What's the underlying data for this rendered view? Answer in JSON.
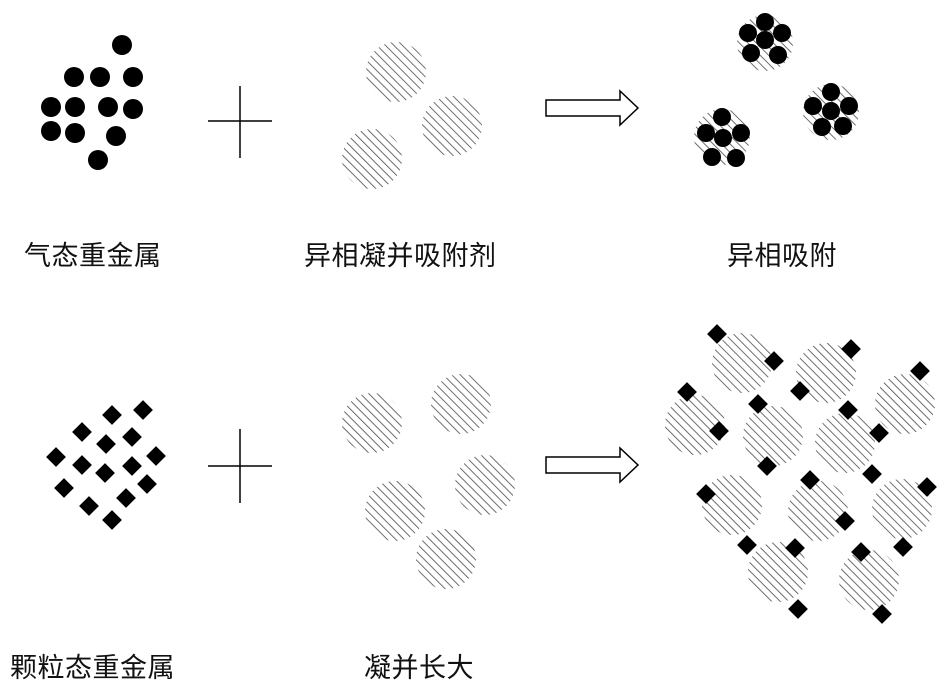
{
  "labels": {
    "gaseous_heavy_metal": "气态重金属",
    "heterogeneous_adsorbent": "异相凝并吸附剂",
    "heterogeneous_adsorption": "异相吸附",
    "particulate_heavy_metal": "颗粒态重金属",
    "coagulation_growth": "凝并长大"
  },
  "icons": {
    "operator_plus": "plus-icon",
    "operator_arrow": "hollow-arrow-icon",
    "metal_gas": "filled-circle",
    "metal_particle": "filled-diamond",
    "adsorbent": "hatched-circle"
  },
  "colors": {
    "ink": "#000000",
    "hatch": "#4a4a4a",
    "background": "#ffffff"
  }
}
